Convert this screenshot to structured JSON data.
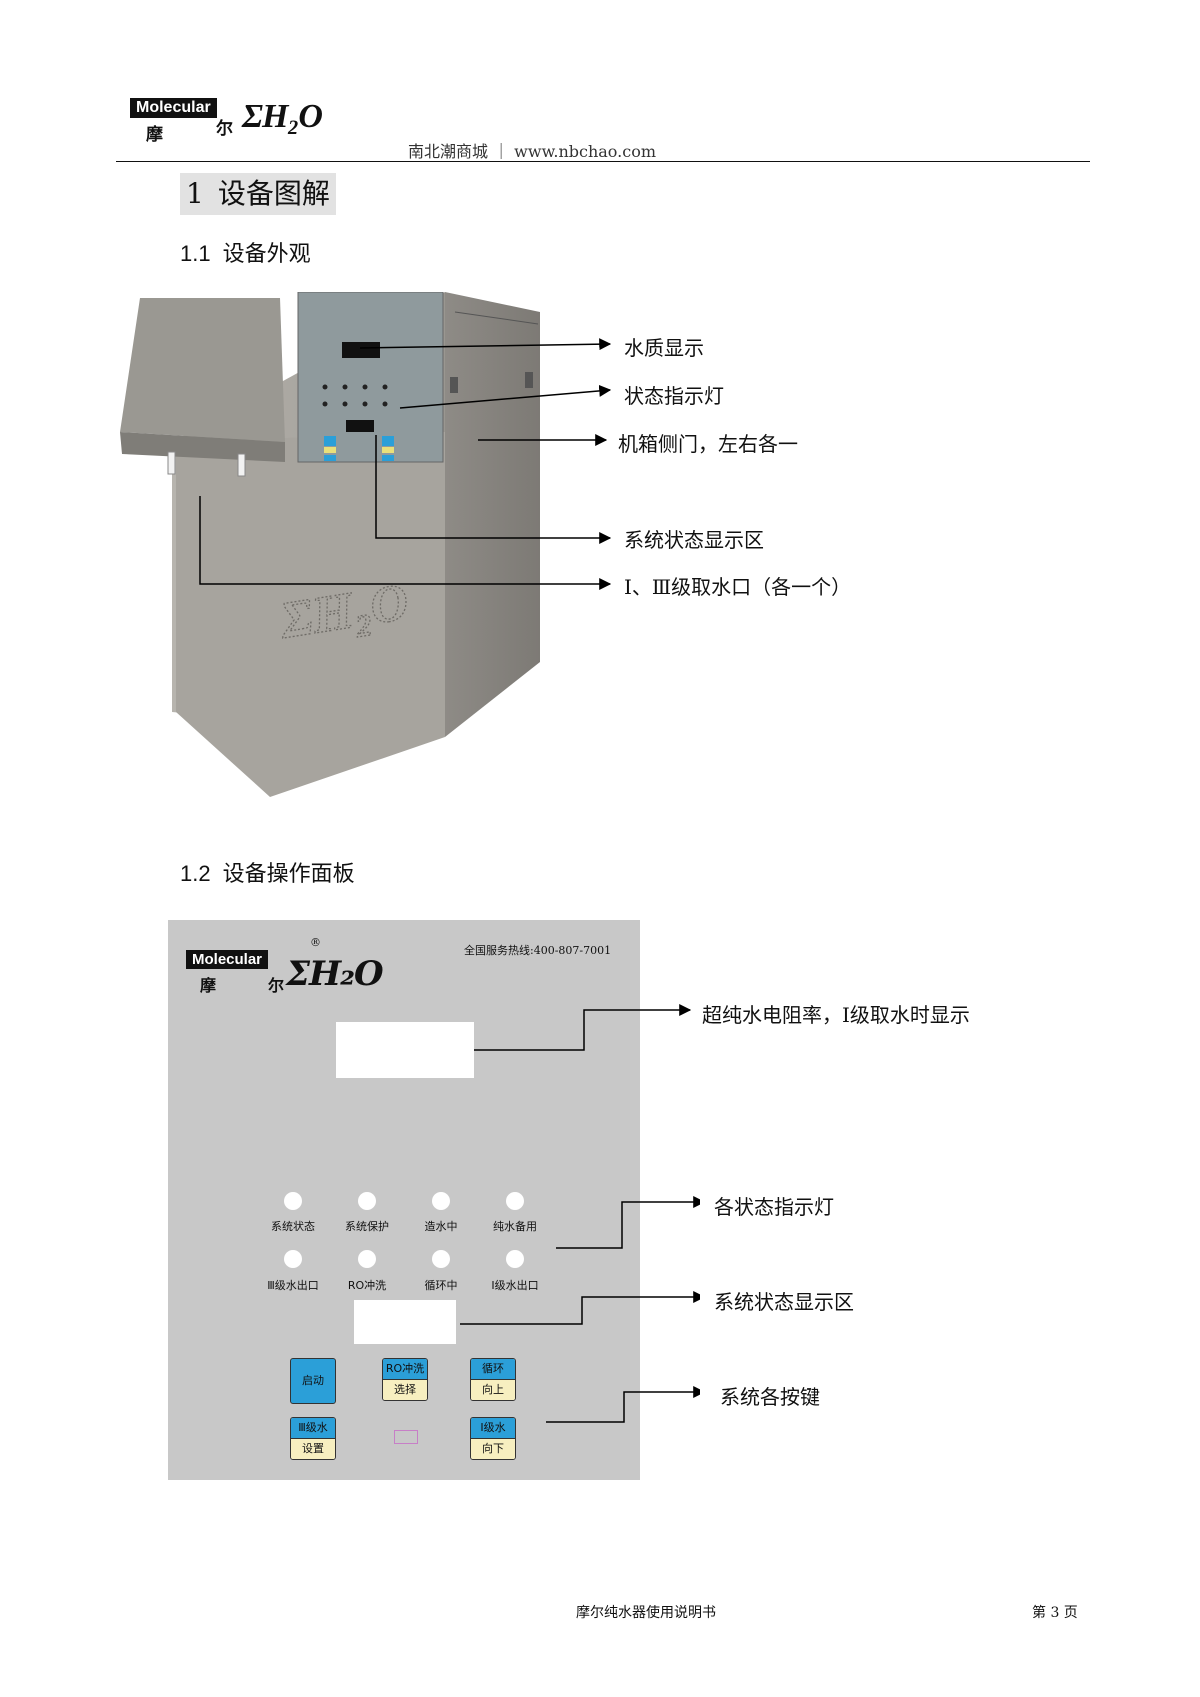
{
  "header": {
    "logo_en": "Molecular",
    "logo_cn_1": "摩",
    "logo_cn_2": "尔",
    "logo_brand": "ΣH₂O",
    "site": "南北潮商城 ｜ www.nbchao.com"
  },
  "section1": {
    "num": "1",
    "title": "设备图解"
  },
  "section1_1": {
    "num": "1.1",
    "title": "设备外观"
  },
  "device_callouts": [
    "水质显示",
    "状态指示灯",
    "机箱侧门，左右各一",
    "系统状态显示区",
    "Ⅰ、Ⅲ级取水口（各一个）"
  ],
  "device_watermark": "ΣH₂O",
  "section1_2": {
    "num": "1.2",
    "title": "设备操作面板"
  },
  "panel": {
    "logo_en": "Molecular",
    "logo_cn_1": "摩",
    "logo_cn_2": "尔",
    "logo_brand": "ΣH₂O",
    "reg": "®",
    "hotline": "全国服务热线:400-807-7001",
    "led_labels_row1": [
      "系统状态",
      "系统保护",
      "造水中",
      "纯水备用"
    ],
    "led_labels_row2": [
      "Ⅲ级水出口",
      "RO冲洗",
      "循环中",
      "Ⅰ级水出口"
    ],
    "keys": {
      "start": "启动",
      "ro_top": "RO冲洗",
      "ro_bot": "选择",
      "cycle_top": "循环",
      "cycle_bot": "向上",
      "lvl3_top": "Ⅲ级水",
      "lvl3_bot": "设置",
      "lvl1_top": "Ⅰ级水",
      "lvl1_bot": "向下"
    }
  },
  "panel_callouts": [
    "超纯水电阻率，Ⅰ级取水时显示",
    "各状态指示灯",
    "系统状态显示区",
    "系统各按键"
  ],
  "footer": {
    "title": "摩尔纯水器使用说明书",
    "page": "第 3 页"
  }
}
